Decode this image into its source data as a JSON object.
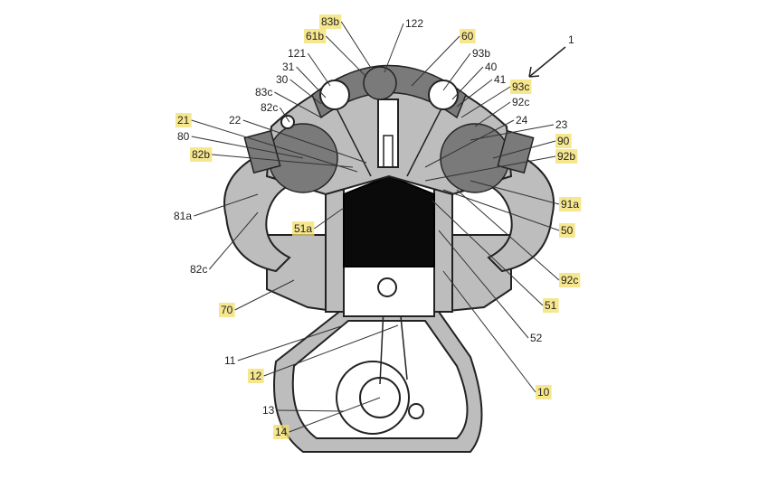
{
  "labels": [
    {
      "id": "1",
      "text": "1",
      "highlight": false
    },
    {
      "id": "83b",
      "text": "83b",
      "highlight": true
    },
    {
      "id": "61b",
      "text": "61b",
      "highlight": true
    },
    {
      "id": "122",
      "text": "122",
      "highlight": false
    },
    {
      "id": "60",
      "text": "60",
      "highlight": true
    },
    {
      "id": "121",
      "text": "121",
      "highlight": false
    },
    {
      "id": "93b",
      "text": "93b",
      "highlight": false
    },
    {
      "id": "31",
      "text": "31",
      "highlight": false
    },
    {
      "id": "40",
      "text": "40",
      "highlight": false
    },
    {
      "id": "30",
      "text": "30",
      "highlight": false
    },
    {
      "id": "41",
      "text": "41",
      "highlight": false
    },
    {
      "id": "83c",
      "text": "83c",
      "highlight": false
    },
    {
      "id": "93c",
      "text": "93c",
      "highlight": true
    },
    {
      "id": "82c_top",
      "text": "82c",
      "highlight": false
    },
    {
      "id": "92c_top",
      "text": "92c",
      "highlight": false
    },
    {
      "id": "21",
      "text": "21",
      "highlight": true
    },
    {
      "id": "22",
      "text": "22",
      "highlight": false
    },
    {
      "id": "24",
      "text": "24",
      "highlight": false
    },
    {
      "id": "23",
      "text": "23",
      "highlight": false
    },
    {
      "id": "80",
      "text": "80",
      "highlight": false
    },
    {
      "id": "90",
      "text": "90",
      "highlight": true
    },
    {
      "id": "82b",
      "text": "82b",
      "highlight": true
    },
    {
      "id": "92b",
      "text": "92b",
      "highlight": true
    },
    {
      "id": "91a",
      "text": "91a",
      "highlight": true
    },
    {
      "id": "81a",
      "text": "81a",
      "highlight": false
    },
    {
      "id": "51a",
      "text": "51a",
      "highlight": true
    },
    {
      "id": "50",
      "text": "50",
      "highlight": true
    },
    {
      "id": "82c_bot",
      "text": "82c",
      "highlight": false
    },
    {
      "id": "92c_bot",
      "text": "92c",
      "highlight": true
    },
    {
      "id": "70",
      "text": "70",
      "highlight": true
    },
    {
      "id": "51",
      "text": "51",
      "highlight": true
    },
    {
      "id": "52",
      "text": "52",
      "highlight": false
    },
    {
      "id": "11",
      "text": "11",
      "highlight": false
    },
    {
      "id": "12",
      "text": "12",
      "highlight": true
    },
    {
      "id": "10",
      "text": "10",
      "highlight": true
    },
    {
      "id": "13",
      "text": "13",
      "highlight": false
    },
    {
      "id": "14",
      "text": "14",
      "highlight": true
    }
  ],
  "colors": {
    "highlight": "#f3df6a",
    "housing": "#bdbdbd",
    "dark": "#7a7a7a",
    "piston_crown": "#0a0a0a",
    "ink": "#222222"
  }
}
